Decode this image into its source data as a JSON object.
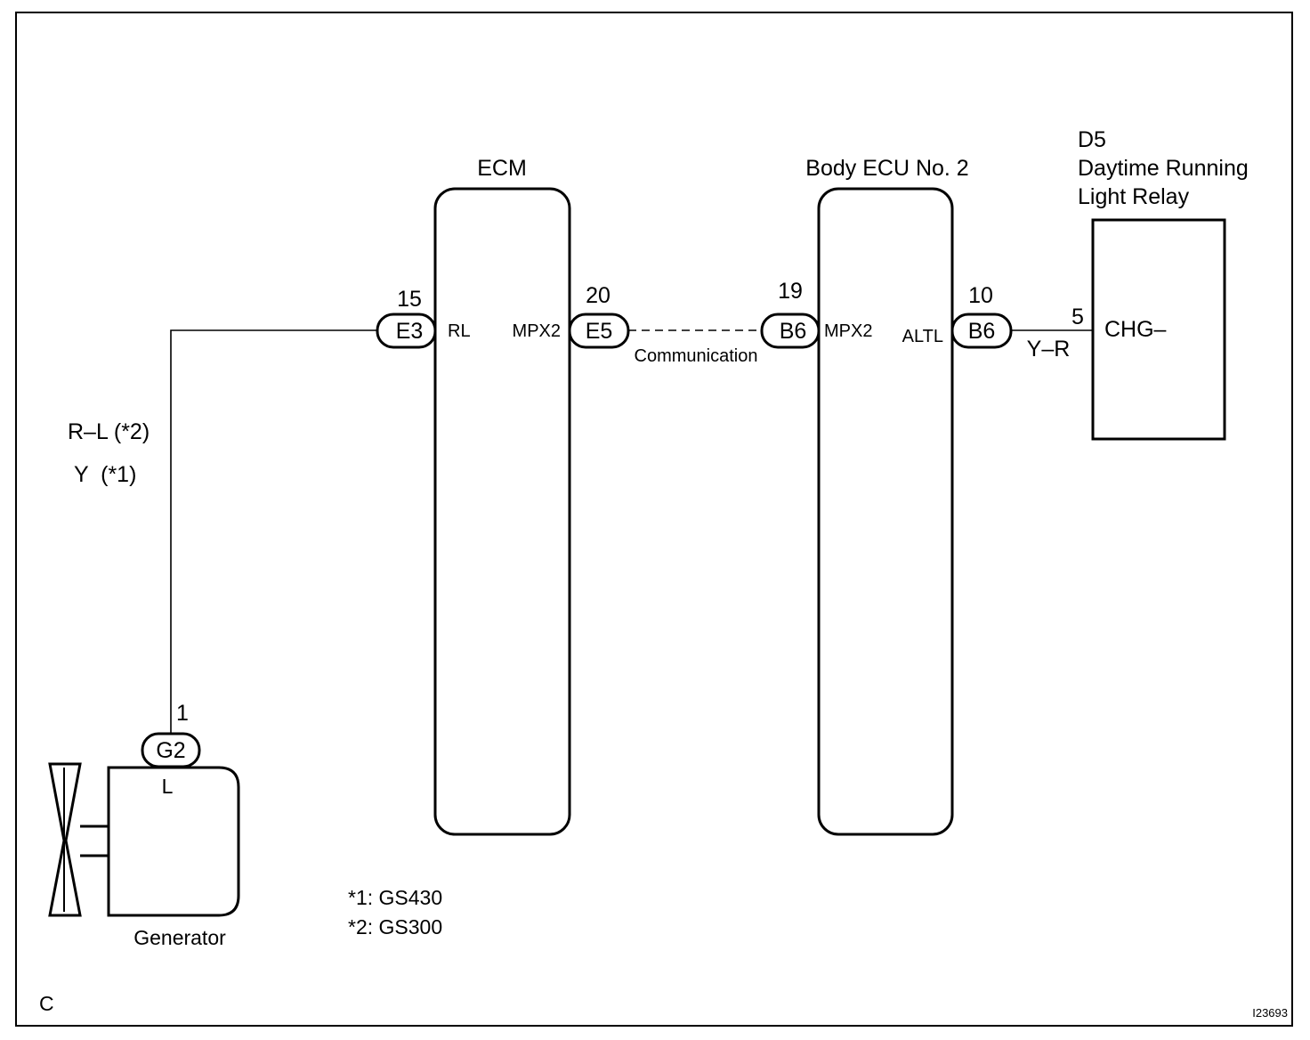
{
  "page": {
    "corner_label": "C",
    "figure_id": "I23693"
  },
  "ecm": {
    "title": "ECM",
    "left_connector": {
      "pin": "15",
      "code": "E3",
      "terminal": "RL"
    },
    "right_connector": {
      "pin": "20",
      "code": "E5",
      "terminal": "MPX2"
    }
  },
  "body_ecu": {
    "title": "Body ECU No. 2",
    "left_connector": {
      "pin": "19",
      "code": "B6",
      "terminal": "MPX2"
    },
    "right_connector": {
      "pin": "10",
      "code": "B6",
      "terminal": "ALTL"
    }
  },
  "relay": {
    "code": "D5",
    "title_line1": "Daytime Running",
    "title_line2": "Light Relay",
    "pin": "5",
    "terminal": "CHG–"
  },
  "generator": {
    "title": "Generator",
    "connector": {
      "pin": "1",
      "code": "G2",
      "terminal": "L"
    }
  },
  "wires": {
    "generator_to_ecm_color_1": "R–L (*2)",
    "generator_to_ecm_color_2": "Y  (*1)",
    "ecm_to_body_ecu": "Communication",
    "body_ecu_to_relay": "Y–R"
  },
  "notes": {
    "note1": "*1: GS430",
    "note2": "*2: GS300"
  }
}
